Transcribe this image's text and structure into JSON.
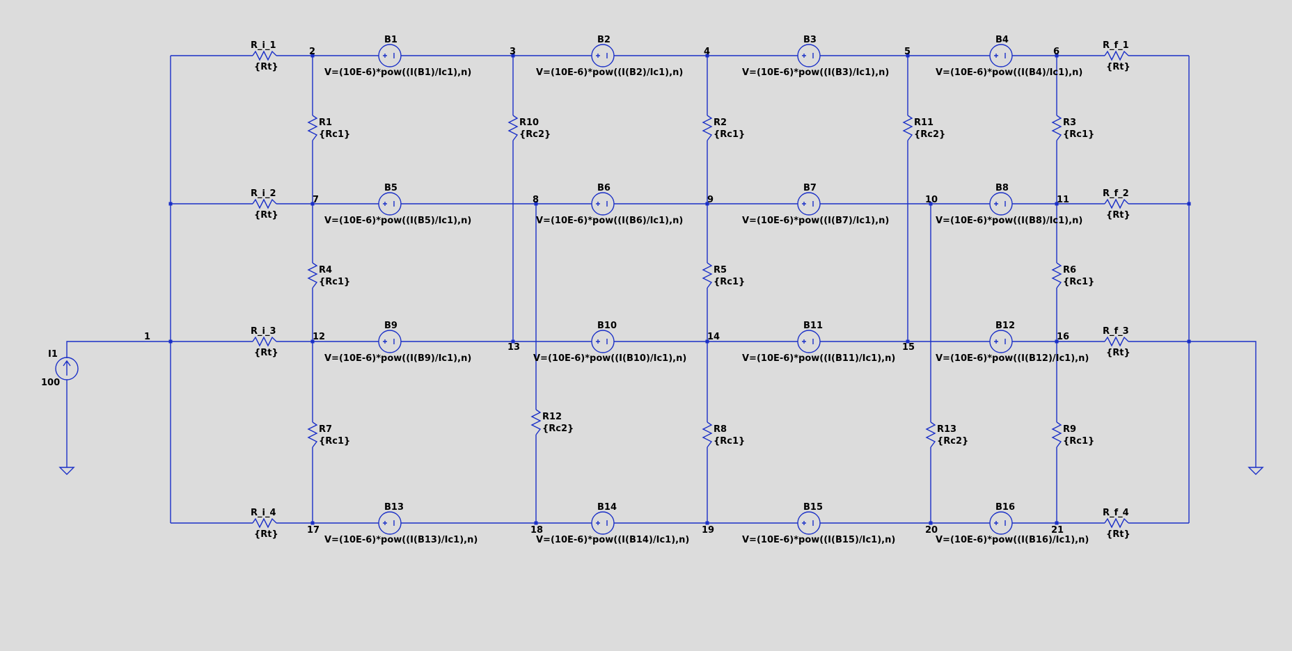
{
  "schematic": {
    "current_source": {
      "name": "I1",
      "value": "100"
    },
    "nodes": {
      "n1": "1",
      "n2": "2",
      "n3": "3",
      "n4": "4",
      "n5": "5",
      "n6": "6",
      "n7": "7",
      "n8": "8",
      "n9": "9",
      "n10": "10",
      "n11": "11",
      "n12": "12",
      "n13": "13",
      "n14": "14",
      "n15": "15",
      "n16": "16",
      "n17": "17",
      "n18": "18",
      "n19": "19",
      "n20": "20",
      "n21": "21"
    },
    "input_resistors": [
      {
        "name": "R_i_1",
        "value": "{Rt}"
      },
      {
        "name": "R_i_2",
        "value": "{Rt}"
      },
      {
        "name": "R_i_3",
        "value": "{Rt}"
      },
      {
        "name": "R_i_4",
        "value": "{Rt}"
      }
    ],
    "output_resistors": [
      {
        "name": "R_f_1",
        "value": "{Rt}"
      },
      {
        "name": "R_f_2",
        "value": "{Rt}"
      },
      {
        "name": "R_f_3",
        "value": "{Rt}"
      },
      {
        "name": "R_f_4",
        "value": "{Rt}"
      }
    ],
    "sources": [
      {
        "name": "B1",
        "expr": "V=(10E-6)*pow((I(B1)/Ic1),n)"
      },
      {
        "name": "B2",
        "expr": "V=(10E-6)*pow((I(B2)/Ic1),n)"
      },
      {
        "name": "B3",
        "expr": "V=(10E-6)*pow((I(B3)/Ic1),n)"
      },
      {
        "name": "B4",
        "expr": "V=(10E-6)*pow((I(B4)/Ic1),n)"
      },
      {
        "name": "B5",
        "expr": "V=(10E-6)*pow((I(B5)/Ic1),n)"
      },
      {
        "name": "B6",
        "expr": "V=(10E-6)*pow((I(B6)/Ic1),n)"
      },
      {
        "name": "B7",
        "expr": "V=(10E-6)*pow((I(B7)/Ic1),n)"
      },
      {
        "name": "B8",
        "expr": "V=(10E-6)*pow((I(B8)/Ic1),n)"
      },
      {
        "name": "B9",
        "expr": "V=(10E-6)*pow((I(B9)/Ic1),n)"
      },
      {
        "name": "B10",
        "expr": "V=(10E-6)*pow((I(B10)/Ic1),n)"
      },
      {
        "name": "B11",
        "expr": "V=(10E-6)*pow((I(B11)/Ic1),n)"
      },
      {
        "name": "B12",
        "expr": "V=(10E-6)*pow((I(B12)/Ic1),n)"
      },
      {
        "name": "B13",
        "expr": "V=(10E-6)*pow((I(B13)/Ic1),n)"
      },
      {
        "name": "B14",
        "expr": "V=(10E-6)*pow((I(B14)/Ic1),n)"
      },
      {
        "name": "B15",
        "expr": "V=(10E-6)*pow((I(B15)/Ic1),n)"
      },
      {
        "name": "B16",
        "expr": "V=(10E-6)*pow((I(B16)/Ic1),n)"
      }
    ],
    "resistors": [
      {
        "name": "R1",
        "value": "{Rc1}"
      },
      {
        "name": "R2",
        "value": "{Rc1}"
      },
      {
        "name": "R3",
        "value": "{Rc1}"
      },
      {
        "name": "R4",
        "value": "{Rc1}"
      },
      {
        "name": "R5",
        "value": "{Rc1}"
      },
      {
        "name": "R6",
        "value": "{Rc1}"
      },
      {
        "name": "R7",
        "value": "{Rc1}"
      },
      {
        "name": "R8",
        "value": "{Rc1}"
      },
      {
        "name": "R9",
        "value": "{Rc1}"
      },
      {
        "name": "R10",
        "value": "{Rc2}"
      },
      {
        "name": "R11",
        "value": "{Rc2}"
      },
      {
        "name": "R12",
        "value": "{Rc2}"
      },
      {
        "name": "R13",
        "value": "{Rc2}"
      }
    ],
    "colors": {
      "wire": "#1a2fc7",
      "background": "#dcdcdc",
      "text": "#000000"
    }
  }
}
